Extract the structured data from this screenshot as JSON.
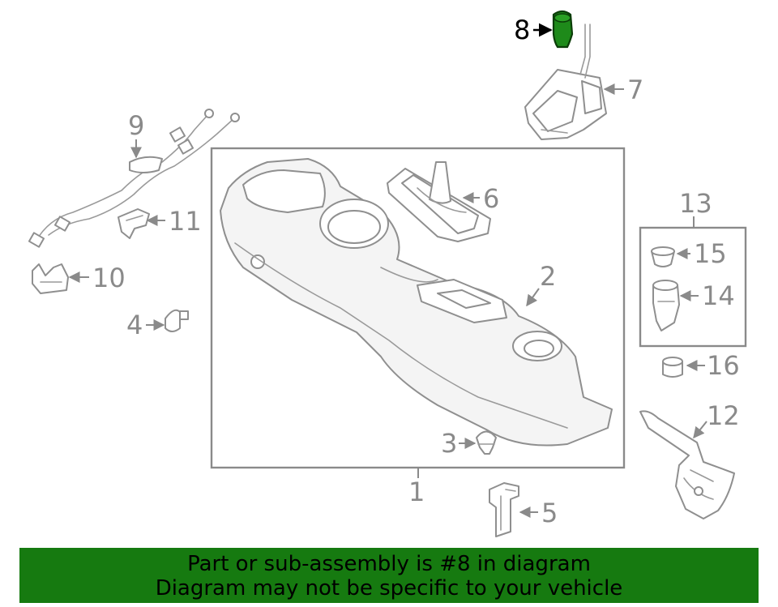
{
  "diagram": {
    "labels": {
      "p1": "1",
      "p2": "2",
      "p3": "3",
      "p4": "4",
      "p5": "5",
      "p6": "6",
      "p7": "7",
      "p8": "8",
      "p9": "9",
      "p10": "10",
      "p11": "11",
      "p12": "12",
      "p13": "13",
      "p14": "14",
      "p15": "15",
      "p16": "16"
    },
    "highlight_part": "8",
    "colors": {
      "highlight_part": "#1e8a1a",
      "banner_background": "#167a10",
      "line_art": "#8f8f8f"
    }
  },
  "banner": {
    "line1": "Part or sub-assembly is #8 in diagram",
    "line2": "Diagram may not be specific to your vehicle"
  }
}
